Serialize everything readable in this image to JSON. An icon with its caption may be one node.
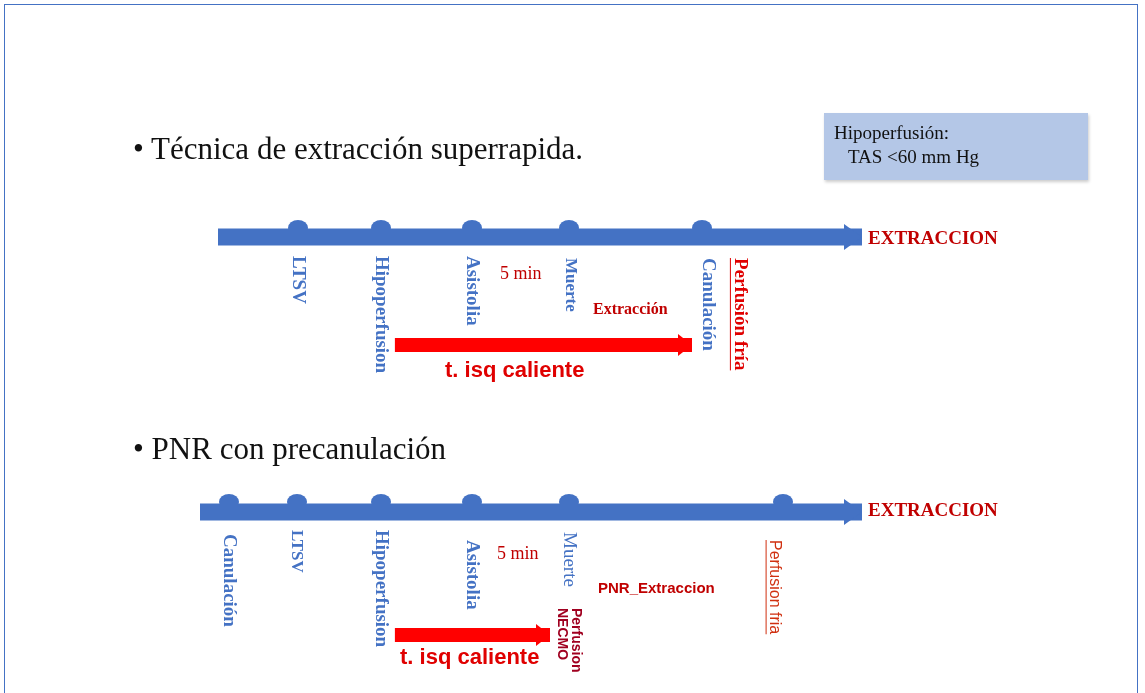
{
  "diagram": {
    "nodes": [
      {
        "text": [
          "Hipoperfusión:",
          "TAS <60 mm Hg"
        ]
      },
      {
        "text": [
          "EXTRACCION"
        ]
      },
      {
        "text": [
          "Hipoperfusion"
        ]
      },
      {
        "text": [
          "Canulación"
        ]
      },
      {
        "text": [
          "EXTRACCION"
        ]
      },
      {
        "text": [
          "Hipoperfusion"
        ]
      },
      {
        "text": [
          "Perfusion NECMO"
        ]
      }
    ],
    "edges": [
      {
        "from": null,
        "to": 1,
        "arrow": "to",
        "color": "#4472c4"
      },
      {
        "from": 2,
        "to": 3,
        "arrow": "to",
        "label": "t. isq caliente",
        "color": "#ff0000"
      },
      {
        "from": null,
        "to": 4,
        "arrow": "to",
        "color": "#4472c4"
      },
      {
        "from": 5,
        "to": 6,
        "arrow": "to",
        "label": "t. isq caliente",
        "color": "#ff0000"
      }
    ],
    "labels": [
      "• Técnica de extracción superrapida.",
      "LTSV",
      "Asistolia",
      "5 min",
      "Muerte",
      "Extracción",
      "Perfusión fría",
      "• PNR con precanulación",
      "Canulación",
      "LTSV",
      "Asistolia",
      "5 min",
      "Muerte",
      "PNR_Extraccion",
      "Perfusion fria"
    ]
  }
}
